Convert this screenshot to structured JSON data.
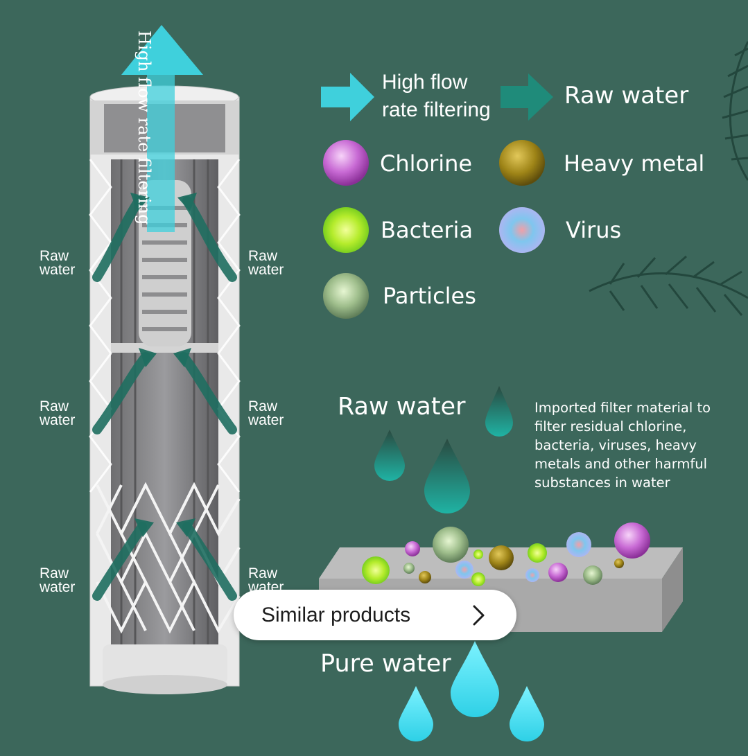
{
  "legend": {
    "high_flow": [
      "High flow",
      "rate filtering"
    ],
    "raw_water": "Raw water",
    "chlorine": "Chlorine",
    "heavy_metal": "Heavy metal",
    "bacteria": "Bacteria",
    "virus": "Virus",
    "particles": "Particles"
  },
  "cartridge": {
    "vertical_label": "High flow rate filtering",
    "side_labels": [
      "Raw water",
      "Raw water",
      "Raw water",
      "Raw water",
      "Raw water",
      "Raw water"
    ]
  },
  "process": {
    "raw_water_title": "Raw water",
    "description": "Imported filter material to filter residual chlorine, bacteria, viruses, heavy metals and other harmful substances in water",
    "pure_water_title": "Pure water"
  },
  "similar_products": {
    "label": "Similar products",
    "icon": "chevron-right-icon"
  },
  "colors": {
    "background": "#3c675b",
    "flow_arrow": "#3fd0dc",
    "raw_arrow": "#1f8b7a",
    "chlorine": "#c85fd0",
    "heavy_metal": "#9a8418",
    "bacteria": "#9be02e",
    "virus": "#aab4ef",
    "particles": "#9fbe8c"
  }
}
